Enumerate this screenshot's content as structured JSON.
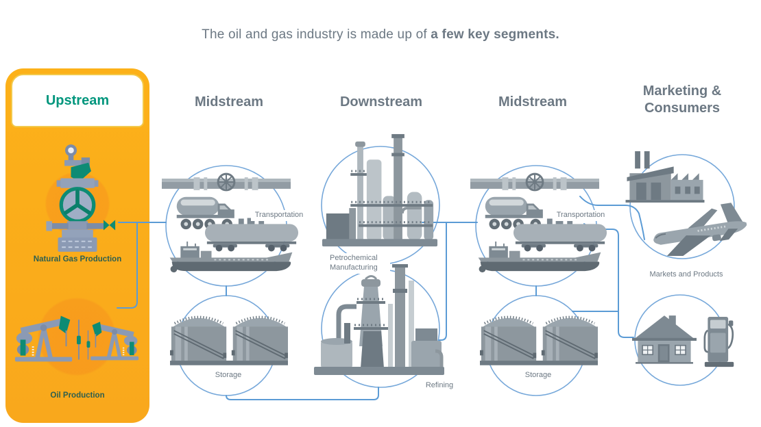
{
  "title": {
    "regular": "The oil and gas industry is made up of ",
    "bold": "a few key segments."
  },
  "columns": {
    "upstream": {
      "header": "Upstream",
      "natural_gas_label": "Natural Gas Production",
      "oil_label": "Oil Production"
    },
    "midstream_1": {
      "header": "Midstream",
      "transportation_label": "Transportation",
      "storage_label": "Storage"
    },
    "downstream": {
      "header": "Downstream",
      "petrochemical_label": "Petrochemical Manufacturing",
      "refining_label": "Refining"
    },
    "midstream_2": {
      "header": "Midstream",
      "transportation_label": "Transportation",
      "storage_label": "Storage"
    },
    "marketing": {
      "header": "Marketing & Consumers",
      "markets_label": "Markets and Products"
    }
  },
  "icons": {
    "upstream": [
      "wellhead-icon",
      "pumpjacks-icon"
    ],
    "midstream": [
      "pipeline-icon",
      "tanker-truck-icon",
      "rail-tank-car-icon",
      "tanker-ship-icon",
      "storage-tanks-icon"
    ],
    "downstream": [
      "petrochemical-plant-icon",
      "refinery-icon"
    ],
    "marketing": [
      "factory-icon",
      "airplane-icon",
      "house-icon",
      "gas-pump-icon"
    ]
  },
  "colors": {
    "upstream_panel_orange": "#FBAC18",
    "upstream_header_teal": "#00967D",
    "heading_gray": "#6C7883",
    "connector_blue": "#5B9BD5",
    "upstream_label_green": "#2E5F4F",
    "icon_gray": "#8D979E",
    "icon_blue_gray": "#8B9AB4",
    "icon_teal_accent": "#0E8B74"
  }
}
